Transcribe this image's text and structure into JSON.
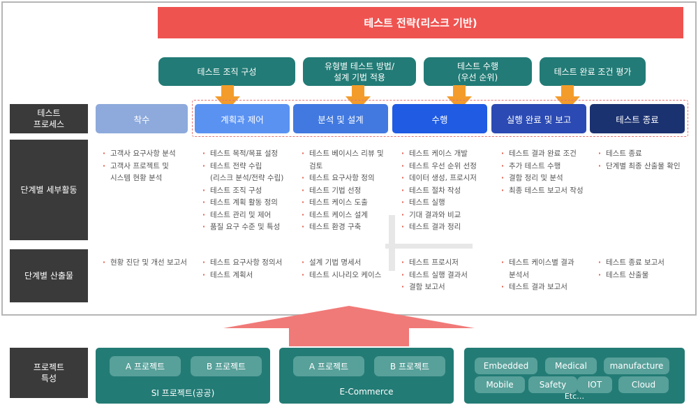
{
  "title": "테스트 전략(리스크 기반)",
  "activities": [
    {
      "label": "테스트 조직 구성"
    },
    {
      "label": "유형별 테스트 방법/\n설계 기법 적용"
    },
    {
      "label": "테스트 수행\n(우선 순위)"
    },
    {
      "label": "테스트 완료 조건 평가"
    }
  ],
  "row_labels": {
    "process": "테스트\n프로세스",
    "activities": "단계별 세부활동",
    "outputs": "단계별 산출물",
    "project": "프로젝트\n특성"
  },
  "phases": [
    {
      "label": "착수",
      "color": "#8eaadc"
    },
    {
      "label": "계획과 제어",
      "color": "#5a92f2"
    },
    {
      "label": "분석 및 설계",
      "color": "#4179e0"
    },
    {
      "label": "수행",
      "color": "#1f5be3"
    },
    {
      "label": "실행 완료 및 보고",
      "color": "#2b4ab3"
    },
    {
      "label": "테스트 종료",
      "color": "#1b3271"
    }
  ],
  "details": [
    [
      [
        "고객사 요구사항 분석"
      ],
      [
        "고객사 프로젝트 및",
        "시스템 현황 분석"
      ]
    ],
    [
      [
        "테스트 목적/목표 설정"
      ],
      [
        "테스트 전략 수립",
        "(리스크 분석/전략 수립)"
      ],
      [
        "테스트 조직 구성"
      ],
      [
        "테스트 계획 활동 정의"
      ],
      [
        "테스트 관리 및 제어"
      ],
      [
        "품질 요구 수준 및 특성"
      ]
    ],
    [
      [
        "테스트 베이시스 리뷰 및",
        "검토"
      ],
      [
        "테스트 요구사항 정의"
      ],
      [
        "테스트 기법 선정"
      ],
      [
        "테스트 케이스 도출"
      ],
      [
        "테스트 케이스 설계"
      ],
      [
        "테스트 환경 구축"
      ]
    ],
    [
      [
        "테스트 케이스 개발"
      ],
      [
        "테스트 우선 순위 선정"
      ],
      [
        "데이터 생성, 프로시저"
      ],
      [
        "테스트 절차 작성"
      ],
      [
        "테스트 실행"
      ],
      [
        "기대 결과와 비교"
      ],
      [
        "테스트 결과 정리"
      ]
    ],
    [
      [
        "테스트 결과 완료 조건"
      ],
      [
        "추가 테스트 수행"
      ],
      [
        "결함 정리 및 분석"
      ],
      [
        "최종 테스트 보고서 작성"
      ]
    ],
    [
      [
        "테스트 종료"
      ],
      [
        "단계별 최종 산출물 확인"
      ]
    ]
  ],
  "outputs": [
    [
      [
        "현황 진단 및 개선 보고서"
      ]
    ],
    [
      [
        "테스트 요구사항 정의서"
      ],
      [
        "테스트 계획서"
      ]
    ],
    [
      [
        "설계 기법 명세서"
      ],
      [
        "테스트 시나리오 케이스"
      ]
    ],
    [
      [
        "테스트 프로시저"
      ],
      [
        "테스트 실행 결과서"
      ],
      [
        "결함 보고서"
      ]
    ],
    [
      [
        "테스트 케이스별 결과",
        "분석서"
      ],
      [
        "테스트 결과 보고서"
      ]
    ],
    [
      [
        "테스트 종료 보고서"
      ],
      [
        "테스트 산출물"
      ]
    ]
  ],
  "projects": [
    {
      "label": "SI 프로젝트(공공)",
      "chips": [
        "A 프로젝트",
        "B 프로젝트"
      ]
    },
    {
      "label": "E-Commerce",
      "chips": [
        "A 프로젝트",
        "B 프로젝트"
      ]
    },
    {
      "label": "Etc…",
      "chips": [
        "Embedded",
        "Medical",
        "manufacture",
        "Mobile",
        "Safety",
        "IOT",
        "Cloud"
      ]
    }
  ],
  "colors": {
    "title": "#ef5350",
    "activity": "#227b76",
    "arrow": "#f39c2b",
    "label": "#3a3a3a",
    "project_group": "#237b75",
    "chip": "#58a09a"
  }
}
